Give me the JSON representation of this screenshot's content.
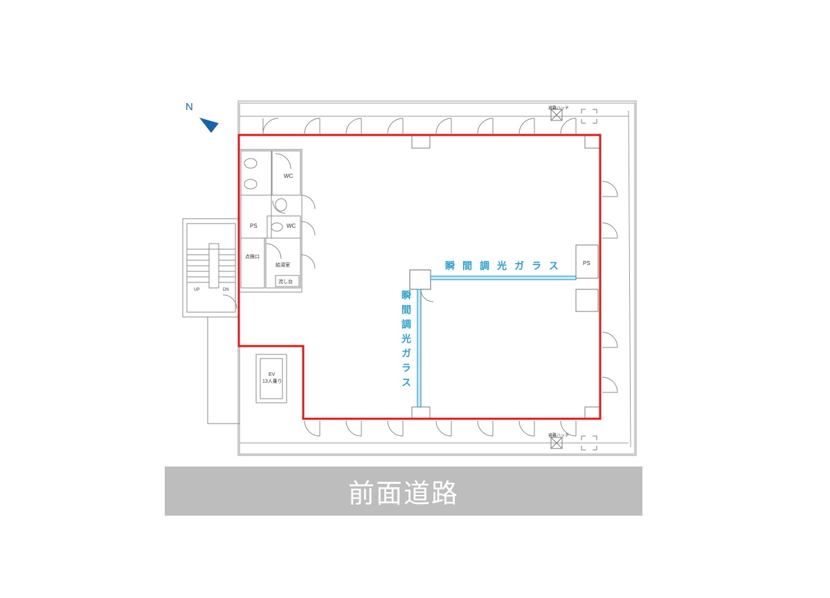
{
  "road_label": "前面道路",
  "north_label": "N",
  "glass_label": "瞬間調光ガラス",
  "rooms": {
    "wc_top": "WC",
    "wc_bottom": "WC",
    "ps_left": "PS",
    "ps_right": "PS",
    "inspection": "点検口",
    "storage": "給湯室",
    "sink": "流し台",
    "ev_line1": "EV",
    "ev_line2": "13人乗り",
    "stair_up": "UP",
    "stair_dn": "DN",
    "vent_top": "避難ハッチ",
    "vent_bottom": "避難ハッチ"
  },
  "colors": {
    "tenant_outline": "#e01818",
    "glass": "#2aa0d0",
    "north_arrow": "#1565a8",
    "road": "#bdbdbd",
    "wall": "#9a9a9a"
  }
}
